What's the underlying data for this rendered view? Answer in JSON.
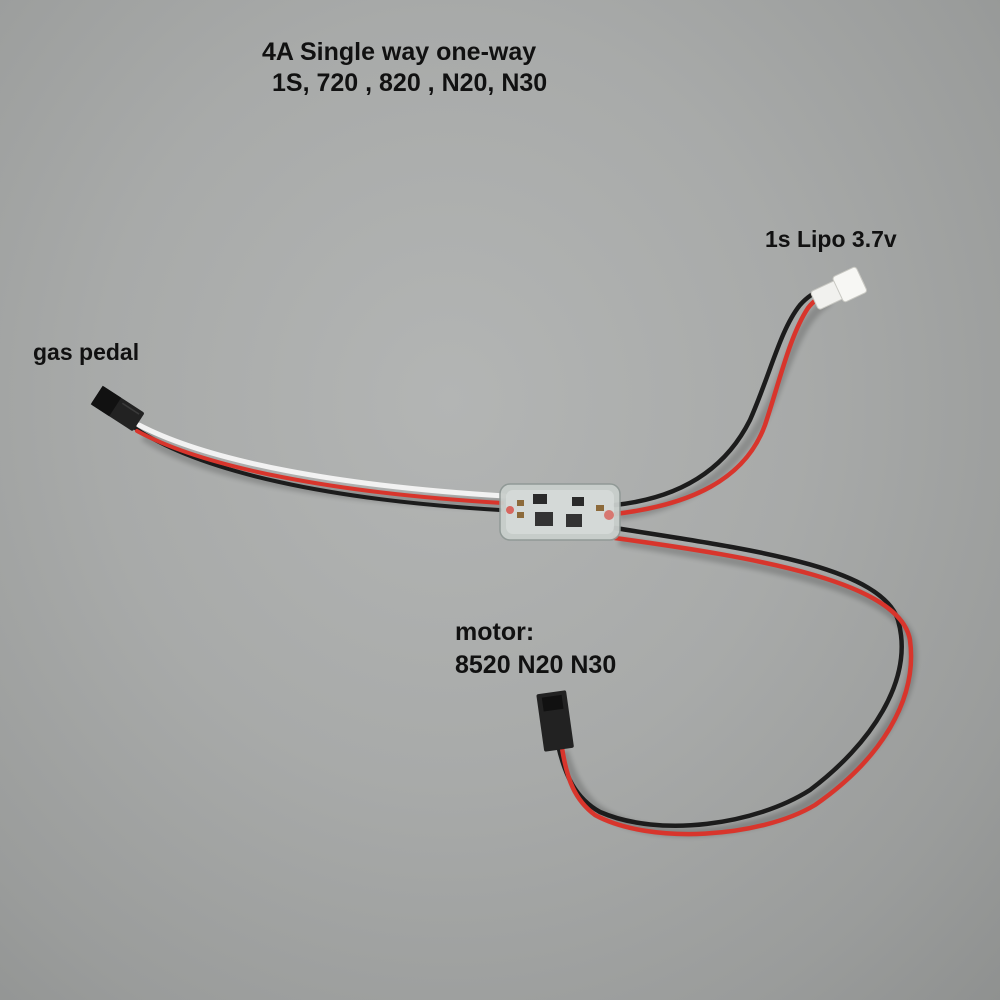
{
  "title": {
    "line1": "4A Single way one-way",
    "line2": "1S, 720 , 820 , N20, N30"
  },
  "labels": {
    "battery": "1s Lipo 3.7v",
    "throttle": "gas pedal",
    "motor_line1": "motor:",
    "motor_line2": "8520 N20 N30"
  },
  "colors": {
    "background": "#a8aaa9",
    "wire_red": "#d8352c",
    "wire_black": "#1c1c1c",
    "wire_white": "#f2f2f2",
    "connector_black": "#222222",
    "connector_white": "#f1f1ee",
    "board": "#c9cfcc"
  }
}
